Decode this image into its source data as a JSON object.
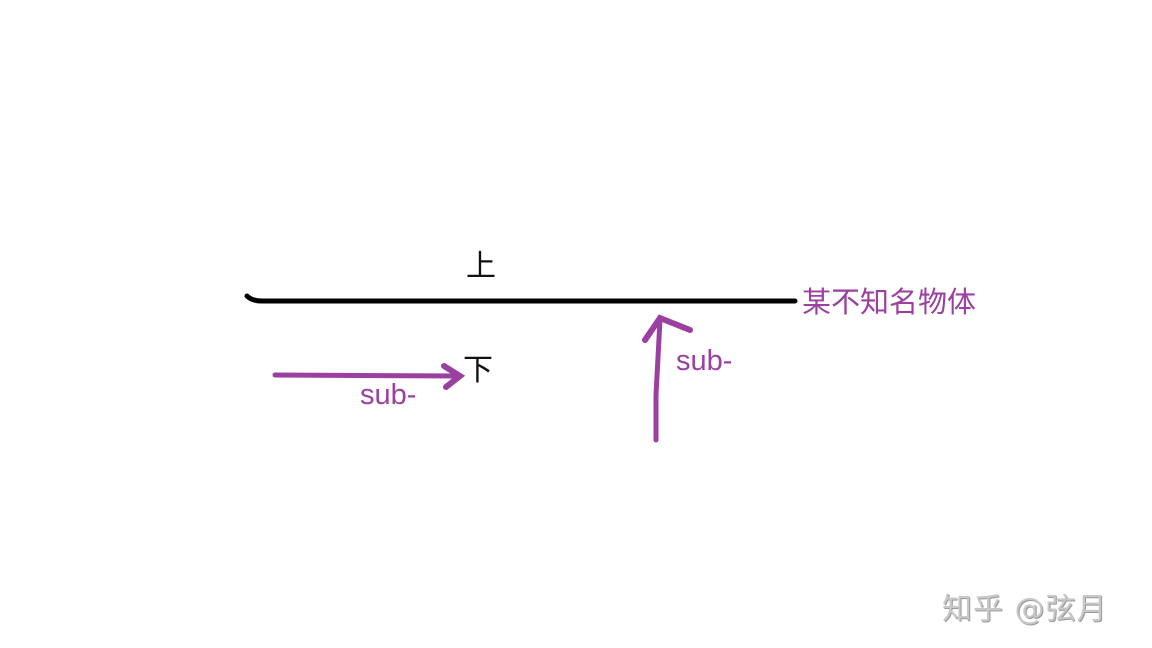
{
  "diagram": {
    "surface": {
      "label_above": "上",
      "label_below": "下",
      "object_label": "某不知名物体",
      "line_color": "#000000"
    },
    "arrows": [
      {
        "id": "horizontal",
        "direction": "right",
        "label": "sub-",
        "color": "#9b3fa0"
      },
      {
        "id": "vertical",
        "direction": "up",
        "label": "sub-",
        "color": "#9b3fa0"
      }
    ],
    "accent_color": "#9b3fa0"
  },
  "watermark": {
    "text": "知乎 @弦月"
  }
}
